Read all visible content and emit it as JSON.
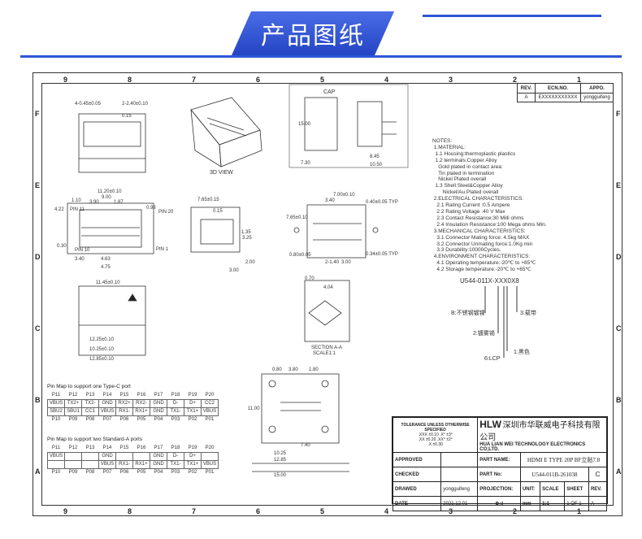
{
  "banner": {
    "title": "产品图纸"
  },
  "frame": {
    "columns": [
      "9",
      "8",
      "7",
      "6",
      "5",
      "4",
      "3",
      "2",
      "1"
    ],
    "rows": [
      "F",
      "E",
      "D",
      "C",
      "B",
      "A"
    ]
  },
  "revision": {
    "headers": [
      "REV.",
      "ECN.NO.",
      "APPO."
    ],
    "row": [
      "A",
      "EXXXXXXXXXXX",
      "yongguifeng"
    ]
  },
  "views": {
    "view_3d": "3D VIEW",
    "cap": "CAP",
    "section": "SECTION A-A",
    "scale": "SCALE1:1",
    "pin_labels": [
      "PIN 11",
      "PIN 20",
      "PIN 10",
      "PIN 1"
    ],
    "dims": [
      "4-0.45±0.05",
      "2-2.40±0.10",
      "0.15",
      "11.20±0.10",
      "9.00",
      "3.90",
      "1.87",
      "0.98",
      "1.10",
      "4.22",
      "0.30",
      "3.40",
      "4.63",
      "4.75",
      "7.65±0.15",
      "0.15",
      "1.35",
      "3.25",
      "2.00",
      "3.00",
      "7.00±0.10",
      "3.40",
      "0.40±0.05 TYP",
      "7.65±0.10",
      "0.80±0.05",
      "2-1.40",
      "3.00",
      "0.34±0.05 TYP",
      "15.00",
      "10.50",
      "8.45",
      "7.30",
      "11.45±0.10",
      "12.25±0.10",
      "12.85±0.10",
      "10.25±0.10",
      "0.70",
      "4.04",
      "0.80",
      "3.80",
      "1.80",
      "11.00",
      "10.25",
      "12.85",
      "15.00",
      "7.40"
    ]
  },
  "notes": "NOTES:\n 1.MATERIAL:\n  1.1 Housing:thermoplastic plastics\n  1.2 terminals:Copper Alloy\n    Gold plated in contact area:\n    Tin plated in termination\n    Nickel Plated overall\n  1.3 Shell:Steel&Copper Alloy\n       Nickel/Au Plated overall\n 2.ELECTRICAL CHARACTERISTICS:\n   2.1 Rating Current :0.5 Ampere\n   2.2 Rating Voltage :40 V Max\n   2.3 Contact Resistance:30 Milli ohms\n   2.4 Insulation Resistance:100 Mega ohms Min.\n 3.MECHANICAL CHARACTERISTICS:\n   3.1 Connector Mating force: 4.5kg MAX\n   3.2 Connector Unmating force:1.0Kg min\n   3.3 Durability:10000Cycles.\n 4.ENVIRONMENT CHARACTERISTICS:\n   4.1 Operating temperature:-20℃ to +85℃\n   4.2 Storage temperature:-20℃ to +65℃",
  "partcode": {
    "code": "U544-011X-XXX0X8",
    "legend": [
      "B:不锈钢镀镍",
      "2:镀雾锡",
      "6:LCP",
      "1:黑色",
      "3:载带"
    ]
  },
  "pinmap1": {
    "title": "Pin Map to support one Type-C port",
    "top": [
      "P11",
      "P12",
      "P13",
      "P14",
      "P15",
      "P16",
      "P17",
      "P18",
      "P19",
      "P20"
    ],
    "row1": [
      "VBUS",
      "TX2+",
      "TX2-",
      "GND",
      "RX2+",
      "RX2-",
      "GND",
      "D-",
      "D+",
      "CC2"
    ],
    "row2": [
      "SBU2",
      "SBU1",
      "CC1",
      "VBUS",
      "RX1-",
      "RX1+",
      "GND",
      "TX1-",
      "TX1+",
      "VBUS"
    ],
    "bottom": [
      "P10",
      "P09",
      "P08",
      "P07",
      "P06",
      "P05",
      "P04",
      "P03",
      "P02",
      "P01"
    ]
  },
  "pinmap2": {
    "title": "Pin Map to support two Standard-A ports",
    "top": [
      "P11",
      "P12",
      "P13",
      "P14",
      "P15",
      "P16",
      "P17",
      "P18",
      "P19",
      "P20"
    ],
    "row1": [
      "VBUS",
      "",
      "",
      "GND",
      "",
      "",
      "GND",
      "D-",
      "D+",
      ""
    ],
    "row2": [
      "",
      "",
      "",
      "VBUS",
      "RX1-",
      "RX1+",
      "GND",
      "TX1-",
      "TX1+",
      "VBUS"
    ],
    "bottom": [
      "P10",
      "P09",
      "P08",
      "P07",
      "P06",
      "P05",
      "P04",
      "P03",
      "P02",
      "P01"
    ]
  },
  "titleblock": {
    "tol_title": "TOLERANCE UNLESS OTHERWISE SPECIFIED",
    "tol": [
      ".XXX ±0.10",
      ".XX ±0.20",
      ".X ±0.30",
      ".X° ±3°",
      ".XX° ±2°"
    ],
    "logo": "HLW",
    "company_cn": "深圳市华联威电子科技有限公司",
    "company_en": "HUA LIAN WEI TECHNOLOGY ELECTRONICS CO;LTD.",
    "approved": "APPROVED",
    "checked": "CHECKED",
    "drawed": "DRAWED",
    "drawer": "yongguifeng",
    "date_label": "DATE",
    "date": "2021.12.01",
    "part_name_label": "PART NAME:",
    "part_name": "HDMI E TYPE 20P BF立贴7.8",
    "part_no_label": "PART No:",
    "part_no": "U544-011B-261038",
    "part_rev": "C",
    "projection": "PROJECTION:",
    "unit_label": "UNIT:",
    "unit": "mm",
    "scale_label": "SCALE",
    "scale": "1:1",
    "sheet_label": "SHEET",
    "sheet": "1 OF 1",
    "rev_label": "REV.",
    "rev": "A"
  }
}
